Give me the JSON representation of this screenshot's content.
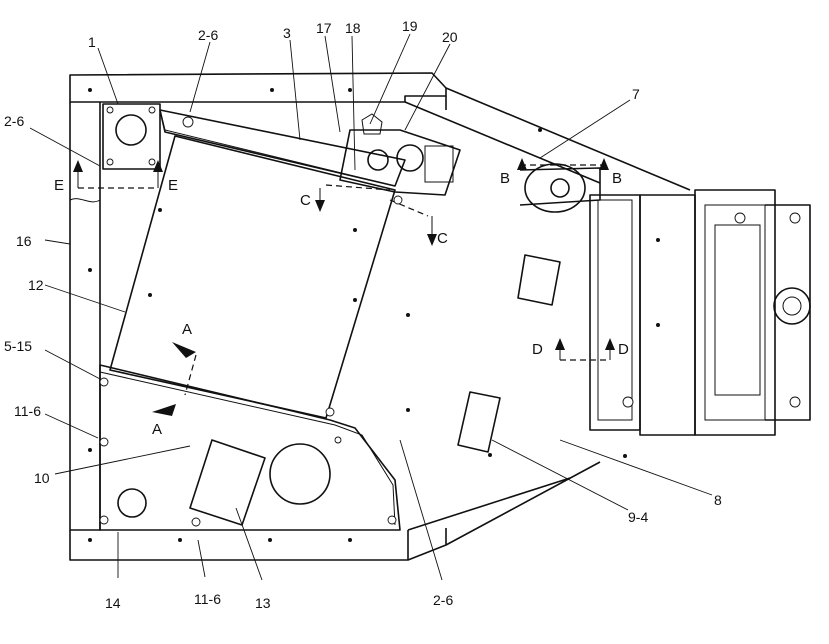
{
  "callouts": {
    "c1": "1",
    "c2_6_top": "2-6",
    "c3": "3",
    "c17": "17",
    "c18": "18",
    "c19": "19",
    "c20": "20",
    "c2_6_left": "2-6",
    "c7": "7",
    "c16": "16",
    "c12": "12",
    "c5_15": "5-15",
    "c11_6_left": "11-6",
    "c10": "10",
    "c14": "14",
    "c11_6_bottom": "11-6",
    "c13": "13",
    "c2_6_bottom": "2-6",
    "c9_4": "9-4",
    "c8": "8"
  },
  "sections": {
    "e_left": "E",
    "e_right": "E",
    "c_left": "C",
    "c_right": "C",
    "b_left": "B",
    "b_right": "B",
    "a_top": "A",
    "a_bottom": "A",
    "d_left": "D",
    "d_right": "D"
  }
}
